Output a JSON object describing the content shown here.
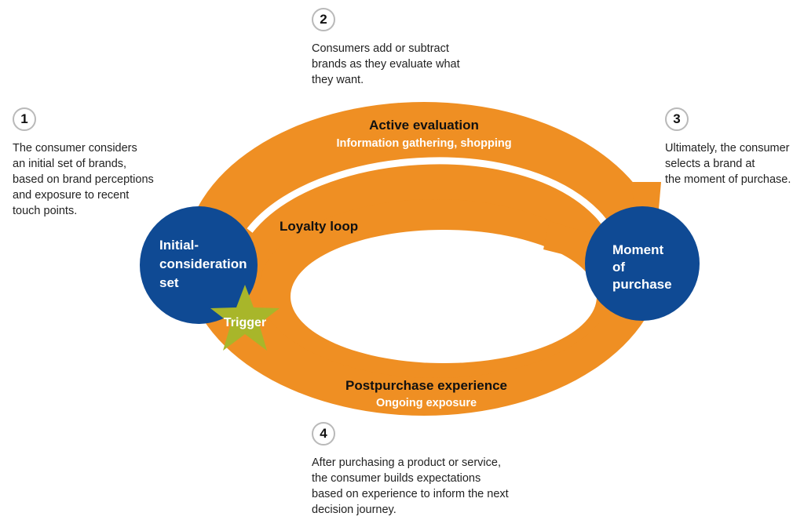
{
  "colors": {
    "orange": "#ef8f23",
    "navy": "#0f4a94",
    "star": "#a8b62a",
    "white": "#ffffff",
    "badge_ring": "#b9b9b9"
  },
  "steps": [
    {
      "number": "1",
      "lines": [
        "The consumer considers",
        "an initial set of brands,",
        "based on brand perceptions",
        "and exposure to recent",
        "touch points."
      ]
    },
    {
      "number": "2",
      "lines": [
        "Consumers add or subtract",
        "brands as they evaluate what",
        "they want."
      ]
    },
    {
      "number": "3",
      "lines": [
        "Ultimately, the consumer",
        "selects a brand at",
        "the moment of purchase."
      ]
    },
    {
      "number": "4",
      "lines": [
        "After purchasing a product or service,",
        "the consumer builds expectations",
        "based on experience to inform the next",
        "decision journey."
      ]
    }
  ],
  "diagram": {
    "active_evaluation": {
      "title": "Active evaluation",
      "subtitle": "Information gathering, shopping"
    },
    "loyalty_loop": "Loyalty loop",
    "postpurchase": {
      "title": "Postpurchase experience",
      "subtitle": "Ongoing exposure"
    },
    "initial_set": [
      "Initial-",
      "consideration",
      "set"
    ],
    "moment": [
      "Moment",
      "of",
      "purchase"
    ],
    "trigger": "Trigger"
  }
}
